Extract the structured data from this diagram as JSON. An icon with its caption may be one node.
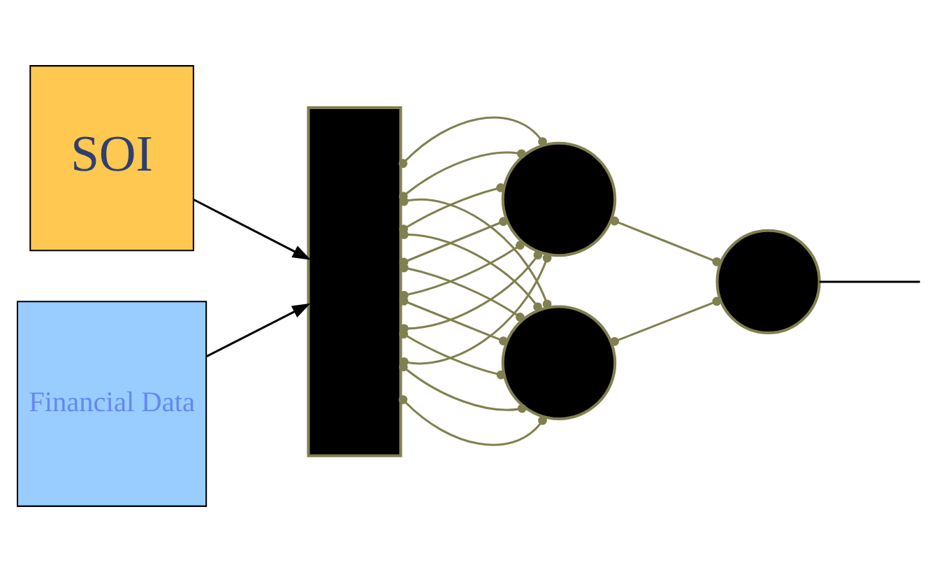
{
  "diagram": {
    "nodes": [
      {
        "text": [
          "SOI"
        ]
      },
      {
        "text": [
          "Financial Data"
        ]
      },
      {
        "text": [],
        "shape": "box"
      },
      {
        "text": [],
        "shape": "circle"
      },
      {
        "text": [],
        "shape": "circle"
      },
      {
        "text": [],
        "shape": "circle"
      }
    ],
    "edges": [
      {
        "from": 0,
        "to": 2,
        "arrow": "to",
        "color": "#000000"
      },
      {
        "from": 1,
        "to": 2,
        "arrow": "to",
        "color": "#000000"
      },
      {
        "from": 2,
        "to": 3,
        "arrow": "other"
      },
      {
        "from": 2,
        "to": 4,
        "arrow": "other"
      },
      {
        "from": 2,
        "to": 3,
        "arrow": "other"
      },
      {
        "from": 2,
        "to": 4,
        "arrow": "other"
      },
      {
        "from": 2,
        "to": 3,
        "arrow": "other"
      },
      {
        "from": 2,
        "to": 4,
        "arrow": "other"
      },
      {
        "from": 2,
        "to": 3,
        "arrow": "other"
      },
      {
        "from": 2,
        "to": 4,
        "arrow": "other"
      },
      {
        "from": 2,
        "to": 3,
        "arrow": "other"
      },
      {
        "from": 2,
        "to": 4,
        "arrow": "other"
      },
      {
        "from": 2,
        "to": 3,
        "arrow": "other"
      },
      {
        "from": 2,
        "to": 4,
        "arrow": "other"
      },
      {
        "from": 2,
        "to": 3,
        "arrow": "other"
      },
      {
        "from": 2,
        "to": 4,
        "arrow": "other"
      },
      {
        "from": 3,
        "to": 5,
        "arrow": "other"
      },
      {
        "from": 4,
        "to": 5,
        "arrow": "other"
      },
      {
        "from": 5,
        "to": null,
        "arrow": "none",
        "color": "#000000"
      }
    ]
  }
}
